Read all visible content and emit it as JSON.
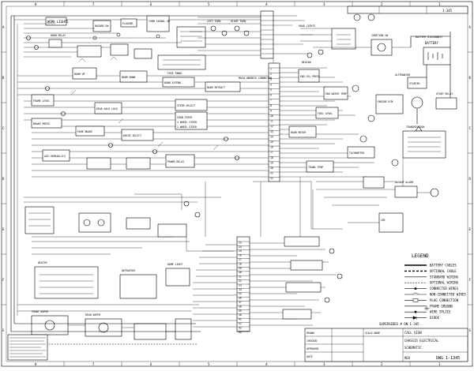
{
  "drawing": {
    "number": "DWG 1-1345",
    "sheet_ref": "1-345",
    "title_line1": "CALL SIGN",
    "title_line2": "CHASSIS ELECTRICAL",
    "title_line3": "SCHEMATIC",
    "drawn_label": "DRAWN",
    "checked_label": "CHECKED",
    "approved_label": "APPROVED",
    "date_label": "DATE",
    "scale_label": "SCALE NONE",
    "rev_label": "REV"
  },
  "note_block": "SUPERSEDES # ON 1-345",
  "zones": {
    "top": [
      "8",
      "7",
      "6",
      "5",
      "4",
      "3",
      "2",
      "1"
    ],
    "side": [
      "A",
      "B",
      "C",
      "D",
      "E",
      "F",
      "G"
    ]
  },
  "legend": {
    "title": "LEGEND",
    "items": [
      "BATTERY CABLES",
      "OPTIONAL CABLE",
      "STANDARD WIRING",
      "OPTIONAL WIRING",
      "CONNECTED WIRES",
      "NON-CONNECTED WIRES",
      "PLUG CONNECTION",
      "FRAME GROUND",
      "WIRE SPLICE",
      "DIODE"
    ]
  },
  "components": {
    "horn_relay": "HORN RELAY",
    "work_lights": "WORK LIGHTS",
    "hazard_sw": "HAZARD SW",
    "flasher": "FLASHER",
    "turn_signal": "TURN SIGNAL SW",
    "left_turn": "LEFT TURN",
    "right_turn": "RIGHT TURN",
    "battery": "BATTERY",
    "battery_disc": "BATTERY DISCONNECT",
    "starter": "STARTER",
    "alternator": "ALTERNATOR",
    "start_relay": "START RELAY",
    "fuse_panel": "FUSE PANEL",
    "ignition_sw": "IGNITION SW",
    "power_relay": "POWER RELAY",
    "oil_press": "ENG OIL PRESS",
    "water_temp": "ENG WATER TEMP",
    "fuel_level": "FUEL LEVEL",
    "hour_meter": "HOUR METER",
    "tach": "TACHOMETER",
    "trans_temp": "TRANS TEMP",
    "drive_select": "DRIVE SELECT",
    "brake_press": "BRAKE PRESS",
    "park_brake": "PARK BRAKE",
    "boom_up": "BOOM UP",
    "boom_down": "BOOM DOWN",
    "boom_ext": "BOOM EXTEND",
    "boom_ret": "BOOM RETRACT",
    "frame_level": "FRAME LEVEL",
    "axle_lock": "REAR AXLE LOCK",
    "steer_select": "STEER SELECT",
    "crab_steer": "CRAB STEER",
    "round_steer": "4 WHEEL STEER",
    "front_steer": "2 WHEEL STEER",
    "aux_hyd": "AUX HYDRAULICS",
    "wiper_front": "FRONT WIPER",
    "wiper_rear": "REAR WIPER",
    "defroster": "DEFROSTER",
    "heater": "HEATER",
    "dome_light": "DOME LIGHT",
    "road_lights": "ROAD LIGHTS",
    "beacon": "BEACON",
    "backup_alarm": "BACKUP ALARM",
    "lmi": "LMI",
    "transmission": "TRANSMISSION",
    "engine_ecm": "ENGINE ECM",
    "main_harness": "MAIN HARNESS CONNECTOR"
  },
  "connector_pins": [
    "1",
    "2",
    "3",
    "4",
    "5",
    "6",
    "7",
    "8",
    "9",
    "10",
    "11",
    "12",
    "13",
    "14",
    "15",
    "16",
    "17",
    "18",
    "19",
    "20",
    "21",
    "22",
    "23",
    "24",
    "25",
    "26",
    "27",
    "28",
    "29",
    "30",
    "31",
    "32",
    "33",
    "34",
    "35",
    "36",
    "37",
    "38",
    "39",
    "40",
    "41",
    "42",
    "43",
    "44"
  ]
}
